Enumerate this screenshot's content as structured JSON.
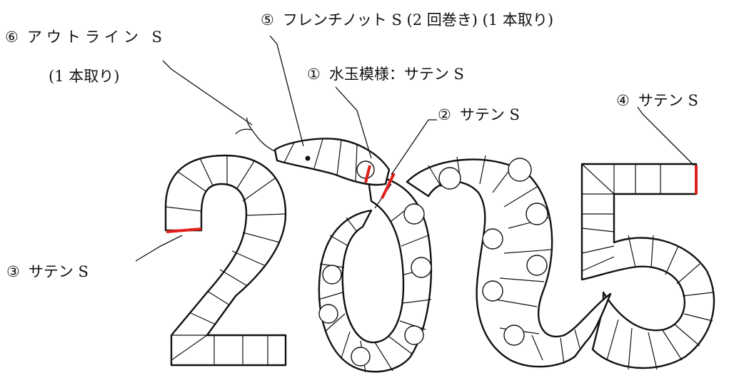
{
  "colors": {
    "line": "#111111",
    "satin_red": "#e0201a",
    "background": "#ffffff"
  },
  "labels": {
    "l1": {
      "num": "①",
      "text": "水玉模様：サテン S"
    },
    "l2": {
      "num": "②",
      "text": "サテン S"
    },
    "l3": {
      "num": "③",
      "text": "サテン S"
    },
    "l4": {
      "num": "④",
      "text": "サテン S"
    },
    "l5": {
      "num": "⑤",
      "text": "フレンチノット S (2 回巻き) (1 本取り)"
    },
    "l6": {
      "num": "⑥",
      "text": "アウトライン S",
      "text2": "(1 本取り)"
    }
  }
}
